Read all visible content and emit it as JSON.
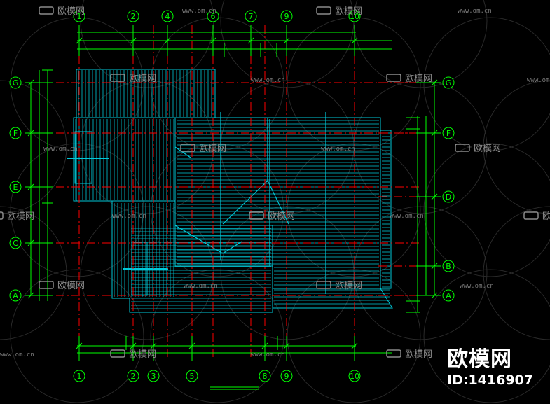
{
  "grid": {
    "top_labels": [
      "1",
      "2",
      "4",
      "6",
      "7",
      "9",
      "10"
    ],
    "bottom_labels": [
      "1",
      "2",
      "3",
      "5",
      "8",
      "9",
      "10"
    ],
    "left_labels": [
      "G",
      "F",
      "E",
      "C",
      "A"
    ],
    "right_labels": [
      "G",
      "F",
      "D",
      "B",
      "A"
    ]
  },
  "watermark": {
    "brand_text": "欧模网",
    "url_text": "www.om.cn"
  },
  "brand": {
    "logo_text": "欧模网",
    "id_text": "ID:1416907"
  },
  "colors": {
    "background": "#000000",
    "roof": "#00c8d8",
    "grid_line": "#ff0000",
    "dimension": "#00ff00",
    "watermark": "#8a8a8a"
  }
}
